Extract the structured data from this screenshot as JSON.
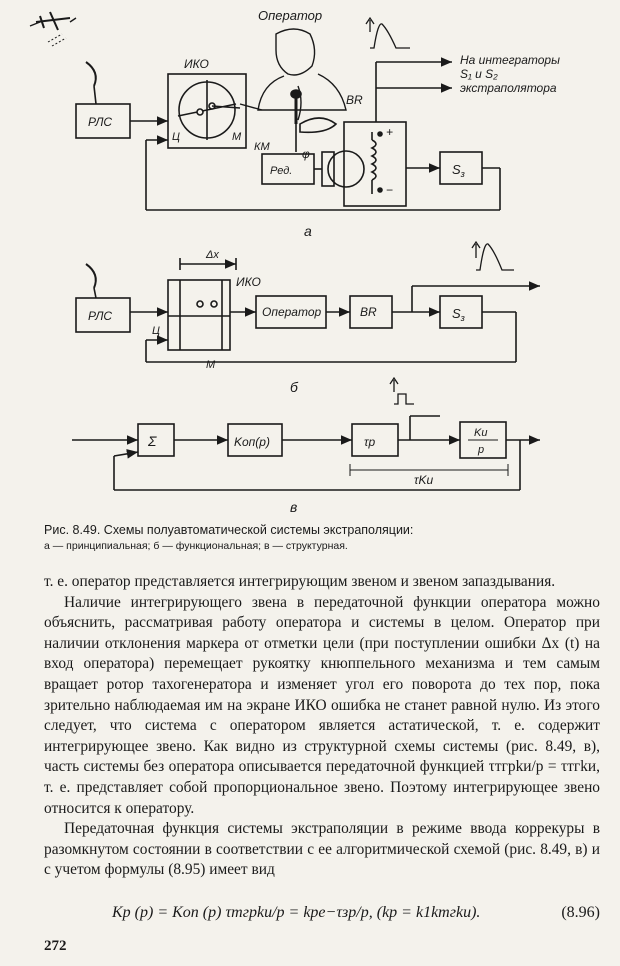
{
  "figure": {
    "a": {
      "label_operator": "Оператор",
      "label_rls": "РЛС",
      "label_iko": "ИКО",
      "label_c": "Ц",
      "label_m": "М",
      "label_km": "КМ",
      "label_phi": "φ",
      "label_br": "BR",
      "label_red": "Ред.",
      "label_s3": "S",
      "label_s3_sub": "з",
      "label_plus": "+",
      "label_minus": "−",
      "out_line1": "На интеграторы",
      "out_line2": "S₁ и S₂",
      "out_line3": "экстраполятора",
      "panel": "а"
    },
    "b": {
      "label_rls": "РЛС",
      "label_dx": "Δx",
      "label_iko": "ИКО",
      "label_c": "Ц",
      "label_m": "М",
      "label_operator": "Оператор",
      "label_br": "BR",
      "label_s3": "S",
      "label_s3_sub": "з",
      "panel": "б"
    },
    "c": {
      "label_sigma": "Σ",
      "label_kop": "Kоп(p)",
      "label_tau": "τp",
      "label_frac_num": "Kи",
      "label_frac_den": "p",
      "label_tauk": "τKи",
      "panel": "в"
    }
  },
  "caption": {
    "main": "Рис. 8.49. Схемы полуавтоматической системы экстраполяции:",
    "sub": "а — принципиальная; б — функциональная; в — структурная."
  },
  "paragraphs": [
    "т. е. оператор представляется интегрирующим звеном и звеном запаздывания.",
    "Наличие интегрирующего звена в передаточной функции оператора можно объяснить, рассматривая работу оператора и системы в целом. Оператор при наличии отклонения маркера от отметки цели (при поступлении ошибки Δx (t) на вход оператора) перемещает рукоятку кнюппельного механизма и тем самым вращает ротор тахогенератора и изменяет угол его поворота до тех пор, пока зрительно наблюдаемая им на экране ИКО ошибка не станет равной нулю. Из этого следует, что система с оператором является астатической, т. е. содержит интегрирующее звено. Как видно из структурной схемы системы (рис. 8.49, в), часть системы без оператора описывается передаточной функцией τтгpkи/p = τтгkи, т. е. представляет собой пропорциональное звено. Поэтому интегрирующее звено относится к оператору.",
    "Передаточная функция системы экстраполяции в режиме ввода коррекуры в разомкнутом состоянии в соответствии с ее алгоритмической схемой (рис. 8.49, в) и с учетом формулы (8.95) имеет вид"
  ],
  "formula": {
    "expression": "Kр (p) = Kоп (p) τтгpkи/p = kрe−τзp/p,   (kр = k1kтгkи).",
    "number": "(8.96)"
  },
  "page_number": "272"
}
